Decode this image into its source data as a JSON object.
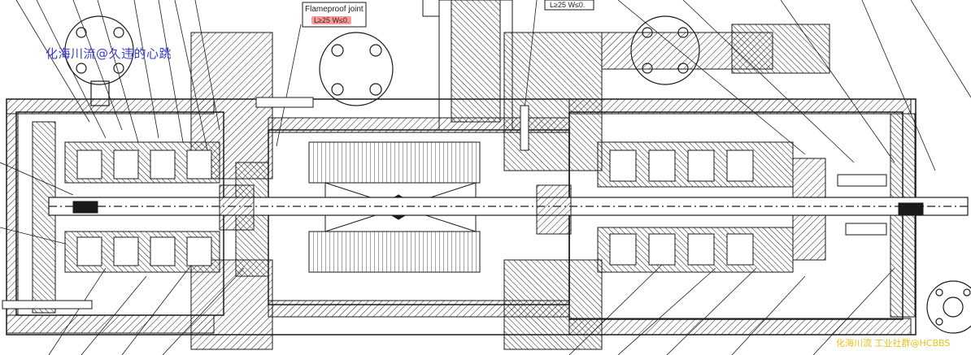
{
  "annotations": {
    "joint_title": "Flameproof joint",
    "joint_spec": "L≥25 W≤0.",
    "joint_spec_right": "L≥25 W≤0."
  },
  "watermarks": {
    "top_left": "化海川流@久违的心跳",
    "bottom_right": "化海川流 工业社群@HCBBS"
  },
  "colors": {
    "line": "#1a1a1a",
    "watermark_top": "#3b3bd6",
    "watermark_bottom": "#e8c21a",
    "highlight": "#ff9a9a"
  }
}
